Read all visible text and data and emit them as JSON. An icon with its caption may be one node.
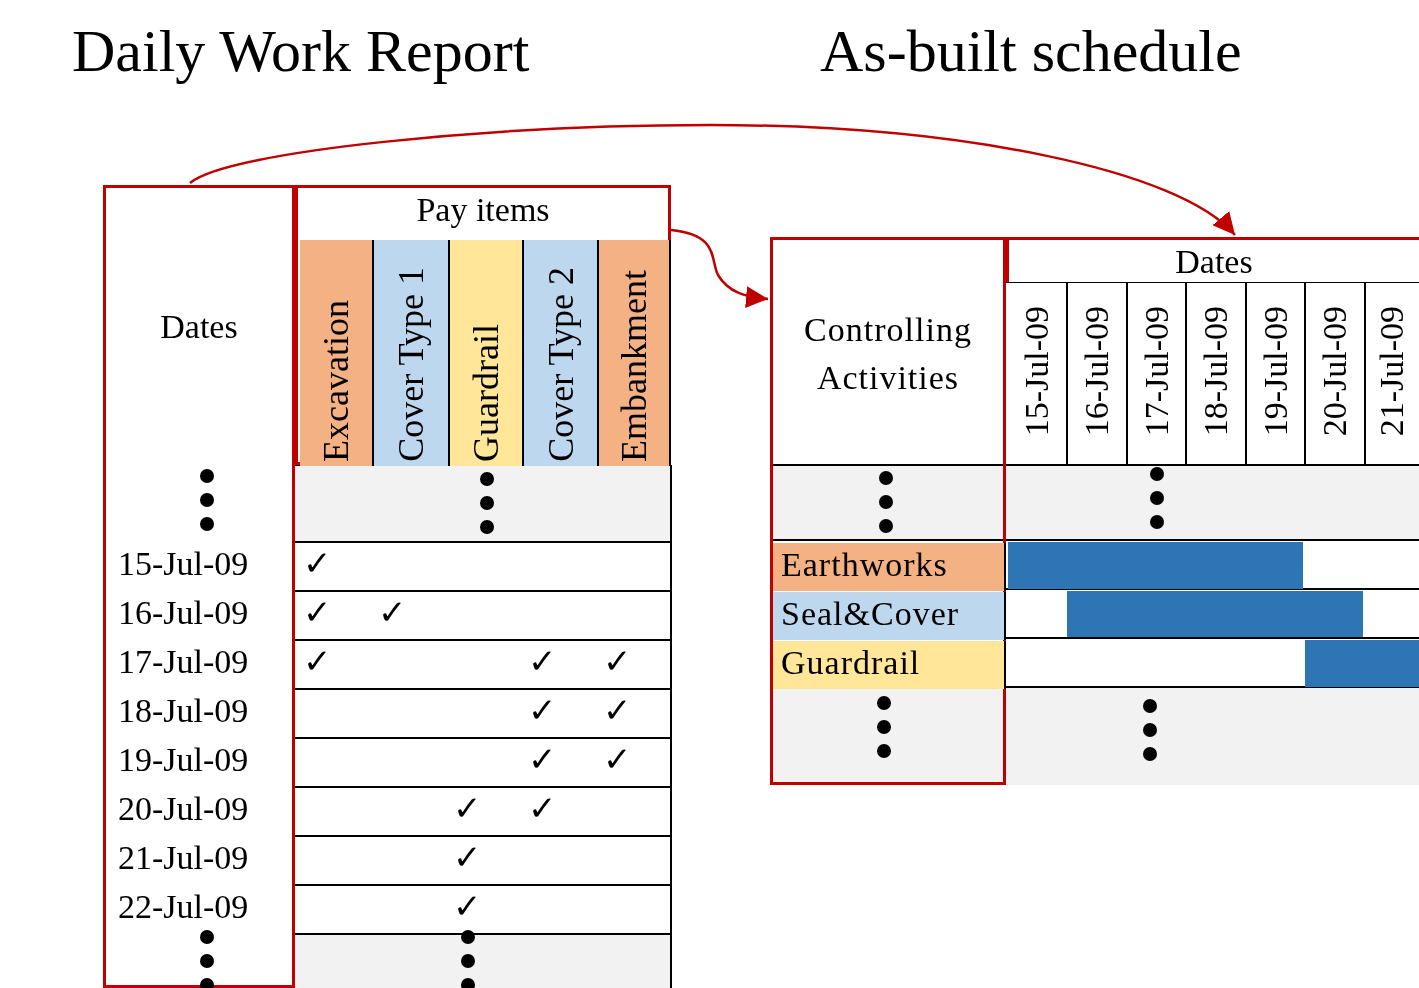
{
  "diagram": {
    "nodes": [
      {
        "text": [
          "Dates"
        ]
      },
      {
        "text": [
          "Pay items"
        ]
      },
      {
        "text": [
          "Excavation"
        ],
        "in": 1
      },
      {
        "text": [
          "Cover Type 1"
        ],
        "in": 1
      },
      {
        "text": [
          "Guardrail"
        ],
        "in": 1
      },
      {
        "text": [
          "Cover Type 2"
        ],
        "in": 1
      },
      {
        "text": [
          "Embankment"
        ],
        "in": 1
      },
      {
        "text": [
          "Controlling Activities"
        ]
      },
      {
        "text": [
          "Earthworks"
        ],
        "in": 7
      },
      {
        "text": [
          "Seal&Cover"
        ],
        "in": 7
      },
      {
        "text": [
          "Guardrail"
        ],
        "in": 7
      },
      {
        "text": [
          "Dates"
        ]
      }
    ],
    "edges": [
      {
        "from": 0,
        "to": 11,
        "arrow": "to"
      },
      {
        "from": 1,
        "to": 7,
        "arrow": "to"
      }
    ],
    "labels": [
      "Daily Work Report",
      "As-built schedule",
      "15-Jul-09",
      "16-Jul-09",
      "17-Jul-09",
      "18-Jul-09",
      "19-Jul-09",
      "20-Jul-09",
      "21-Jul-09",
      "15-Jul-09",
      "✓",
      "16-Jul-09",
      "✓",
      "✓",
      "17-Jul-09",
      "✓",
      "✓",
      "✓",
      "18-Jul-09",
      "✓",
      "✓",
      "19-Jul-09",
      "✓",
      "✓",
      "20-Jul-09",
      "✓",
      "✓",
      "21-Jul-09",
      "✓",
      "22-Jul-09",
      "✓"
    ]
  }
}
